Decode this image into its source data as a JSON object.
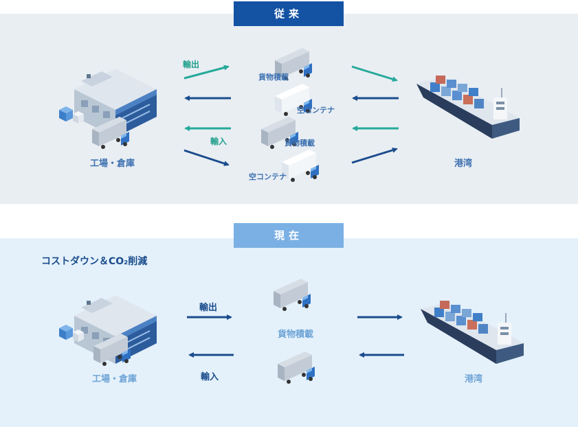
{
  "previous": {
    "tab": "従来",
    "factory_label": "工場・倉庫",
    "port_label": "港湾",
    "export_label": "輸出",
    "import_label": "輸入",
    "truck_loaded_1": "貨物積載",
    "truck_empty_1": "空コンテナ",
    "truck_loaded_2": "貨物積載",
    "truck_empty_2": "空コンテナ"
  },
  "current": {
    "tab": "現在",
    "headline": "コストダウン＆CO₂削減",
    "factory_label": "工場・倉庫",
    "port_label": "港湾",
    "export_label": "輸出",
    "import_label": "輸入",
    "truck_loaded": "貨物積載"
  },
  "colors": {
    "navy": "#1a4c8c",
    "teal": "#25a99a",
    "tab_dark": "#1452a3",
    "tab_light": "#7ab0e4"
  },
  "icons": [
    "factory-icon",
    "truck-icon",
    "container-ship-icon",
    "arrow-icon"
  ]
}
